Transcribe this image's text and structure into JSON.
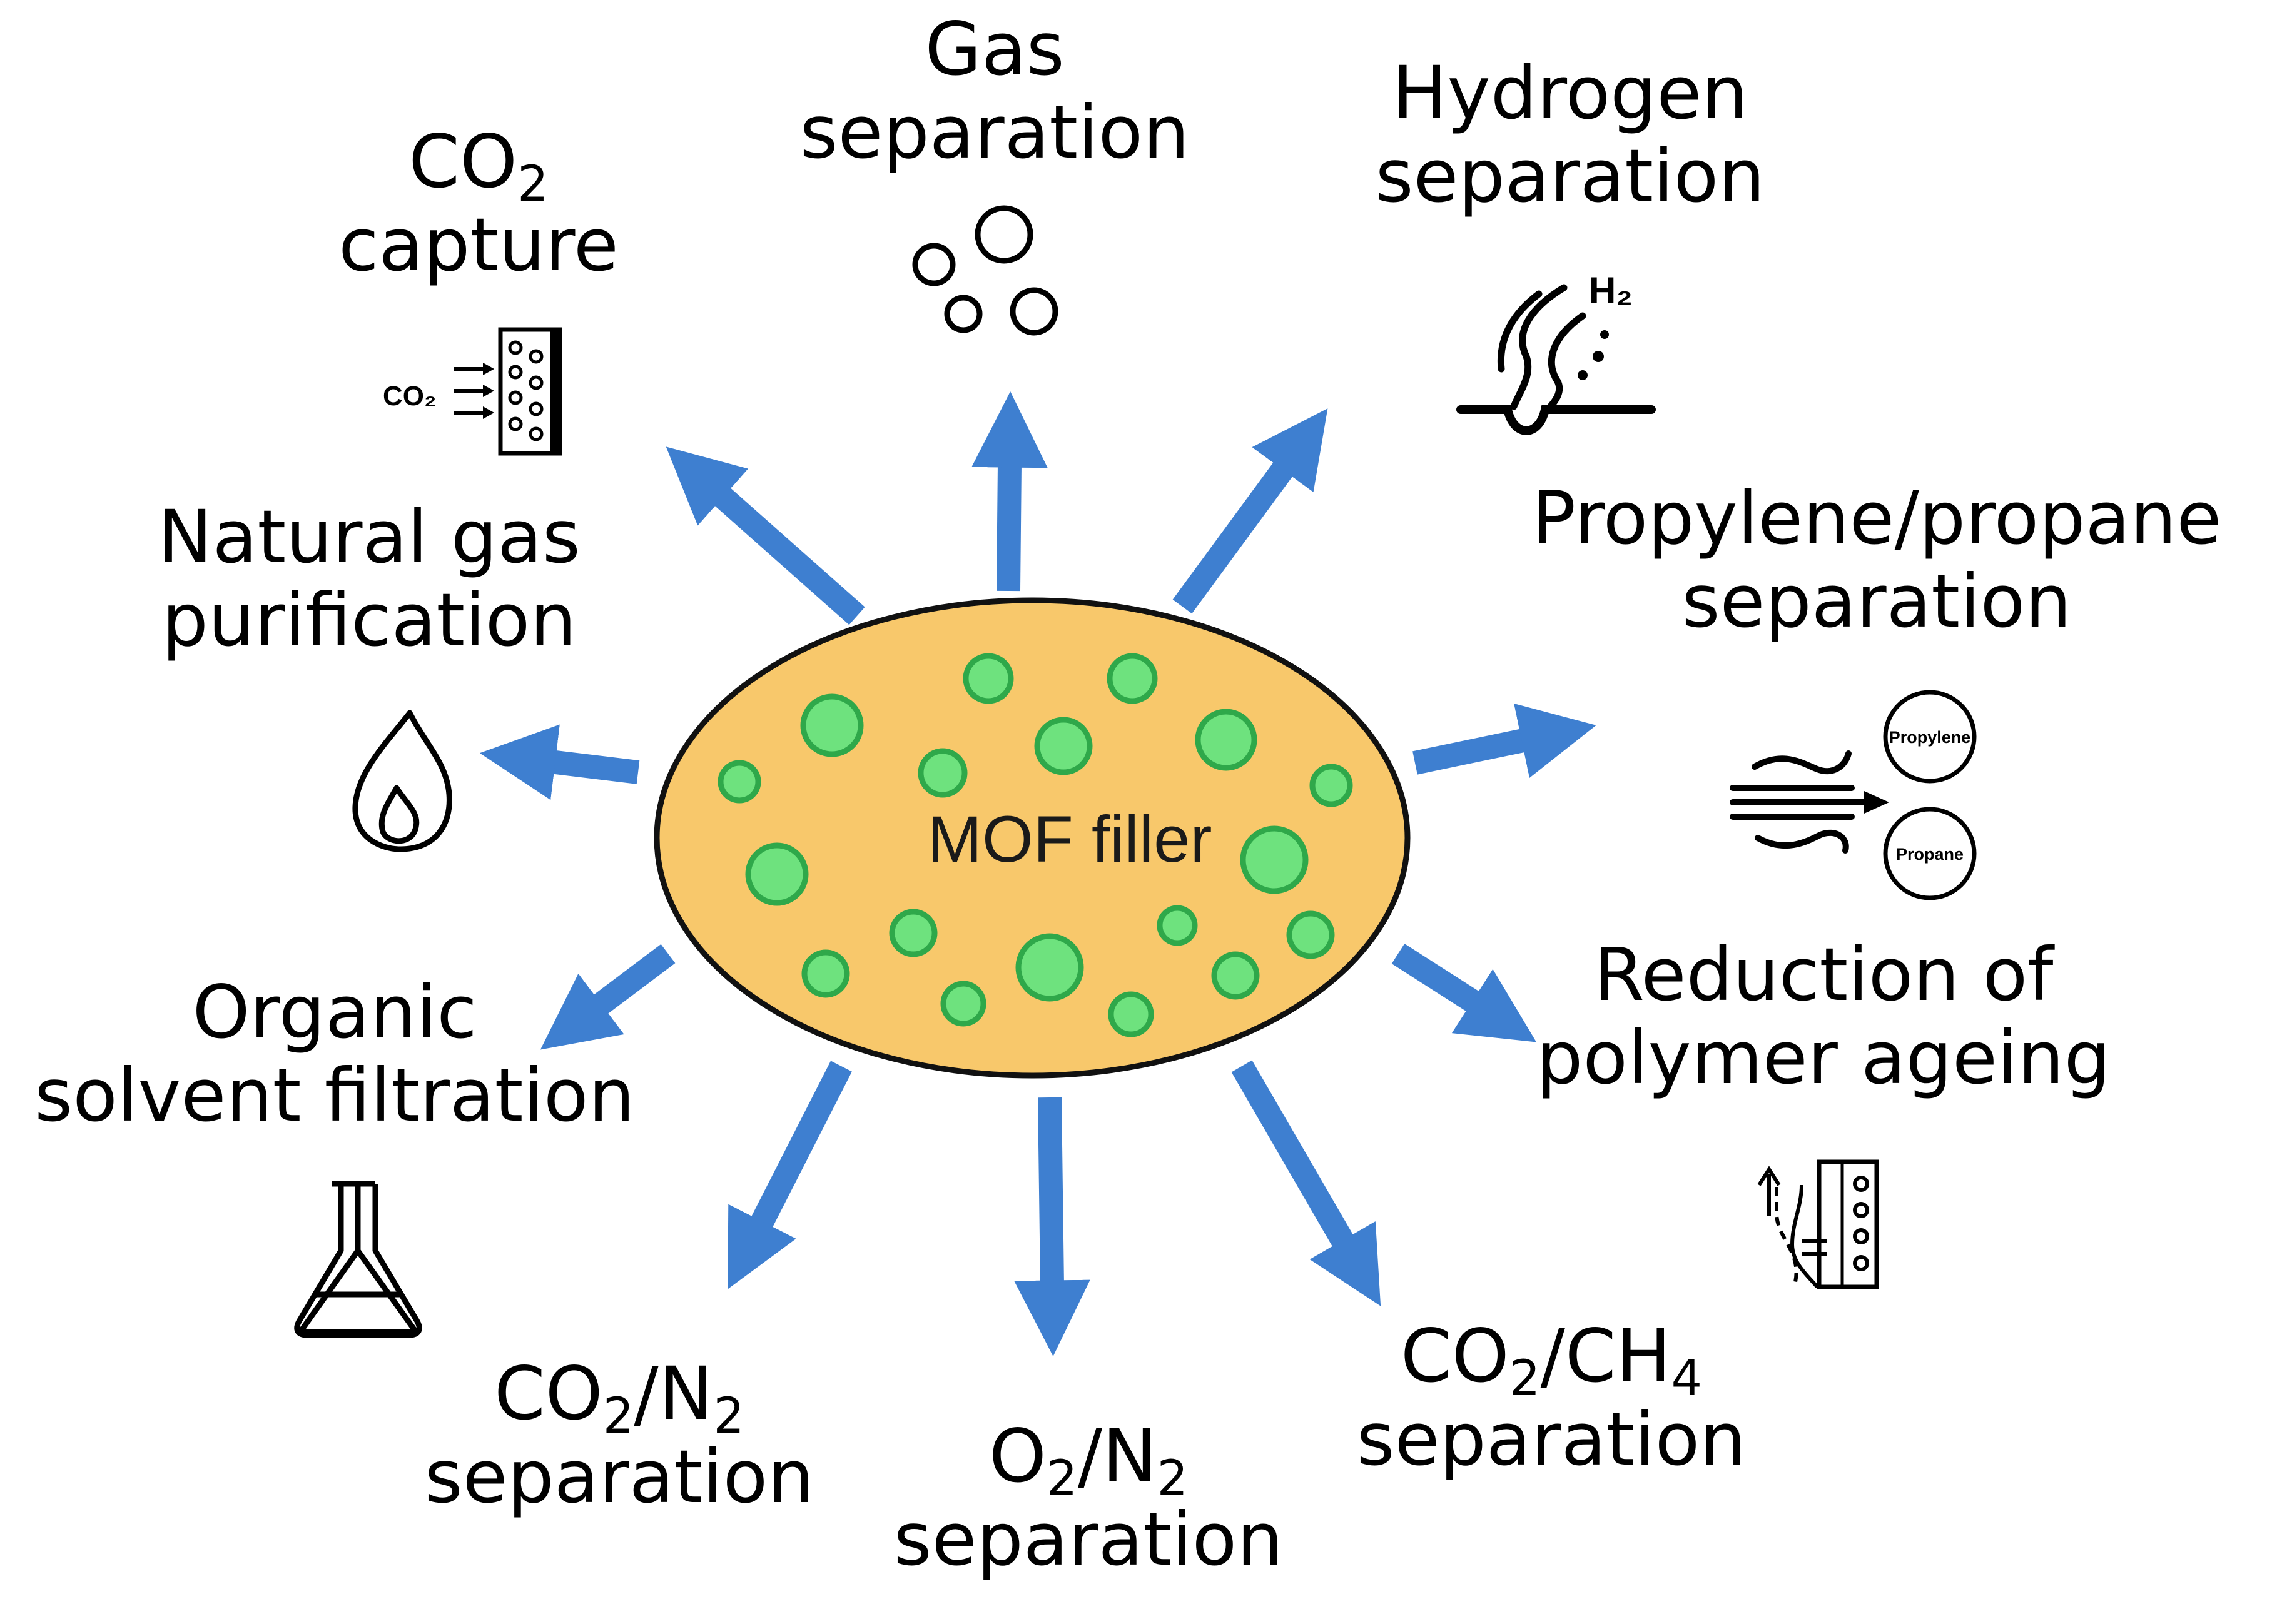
{
  "center": {
    "label": "MOF filler"
  },
  "colors": {
    "arrow": "#3e7fd0",
    "ellipse_fill": "#f8c86b",
    "ellipse_stroke": "#111111",
    "bubble_fill": "#6ee27e",
    "bubble_stroke": "#2fa84a"
  },
  "applications": {
    "co2_capture": {
      "line1": "CO",
      "line1_sub": "2",
      "line2": "capture",
      "icon": "membrane-co2-icon",
      "icon_text": "CO₂"
    },
    "gas_separation": {
      "line1": "Gas",
      "line2": "separation",
      "icon": "bubbles-icon"
    },
    "hydrogen": {
      "line1": "Hydrogen",
      "line2": "separation",
      "icon": "hydrogen-flow-icon",
      "icon_text": "H₂"
    },
    "natural_gas": {
      "line1": "Natural gas",
      "line2": "purification",
      "icon": "flame-icon"
    },
    "propylene": {
      "line1": "Propylene/propane",
      "line2": "separation",
      "icon": "propylene-propane-icon",
      "icon_label_a": "Propylene",
      "icon_label_b": "Propane"
    },
    "organic_solvent": {
      "line1": "Organic",
      "line2": "solvent filtration",
      "icon": "flask-icon"
    },
    "polymer_ageing": {
      "line1": "Reduction of",
      "line2": "polymer ageing",
      "icon": "ageing-membrane-icon"
    },
    "co2_n2": {
      "a": "CO",
      "a_sub": "2",
      "sep": "/N",
      "b_sub": "2",
      "line2": "separation"
    },
    "o2_n2": {
      "a": "O",
      "a_sub": "2",
      "sep": "/N",
      "b_sub": "2",
      "line2": "separation"
    },
    "co2_ch4": {
      "a": "CO",
      "a_sub": "2",
      "sep": "/CH",
      "b_sub": "4",
      "line2": "separation"
    }
  }
}
